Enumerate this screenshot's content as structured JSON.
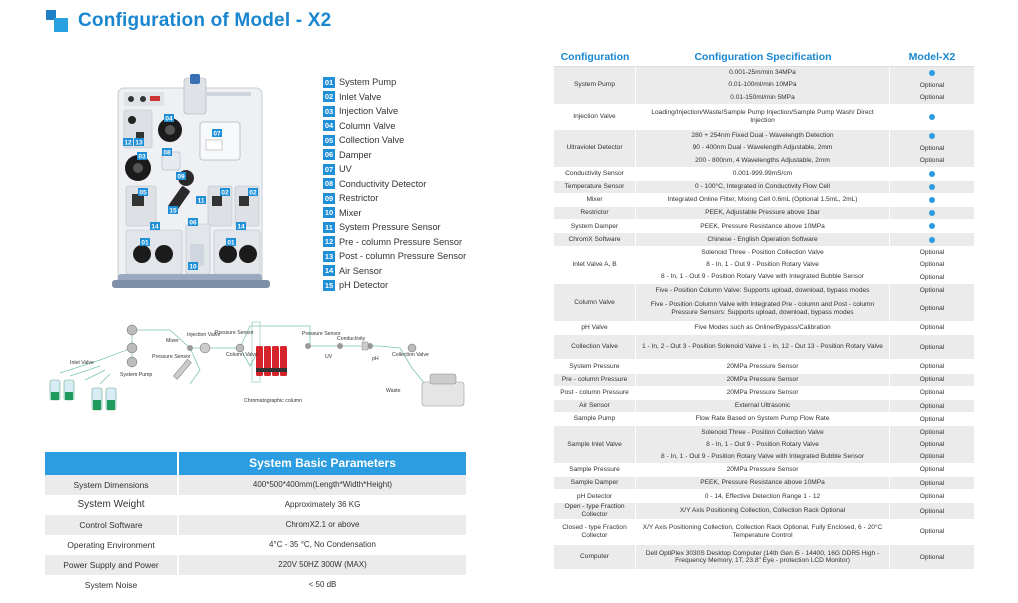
{
  "title": "Configuration of Model - X2",
  "components": [
    {
      "num": "01",
      "label": "System Pump"
    },
    {
      "num": "02",
      "label": "Inlet Valve"
    },
    {
      "num": "03",
      "label": "Injection Valve"
    },
    {
      "num": "04",
      "label": "Column Valve"
    },
    {
      "num": "05",
      "label": "Collection Valve"
    },
    {
      "num": "06",
      "label": "Damper"
    },
    {
      "num": "07",
      "label": "UV"
    },
    {
      "num": "08",
      "label": "Conductivity Detector"
    },
    {
      "num": "09",
      "label": "Restrictor"
    },
    {
      "num": "10",
      "label": "Mixer"
    },
    {
      "num": "11",
      "label": "System Pressure Sensor"
    },
    {
      "num": "12",
      "label": "Pre - column Pressure Sensor"
    },
    {
      "num": "13",
      "label": "Post - column Pressure Sensor"
    },
    {
      "num": "14",
      "label": "Air Sensor"
    },
    {
      "num": "15",
      "label": "pH Detector"
    }
  ],
  "device_tags": [
    "04",
    "07",
    "12",
    "13",
    "03",
    "08",
    "09",
    "05",
    "11",
    "02",
    "02",
    "15",
    "06",
    "14",
    "14",
    "01",
    "01",
    "10"
  ],
  "flow": {
    "labels": {
      "mixer": "Mixer",
      "injection_valve": "Injection Valve",
      "pressure_sensor_1": "Pressure Sensor",
      "pressure_sensor_2": "Pressure Sensor",
      "pressure_sensor_3": "Pressure Sensor",
      "conductivity": "Conductivity",
      "inlet_valve": "Inlet Valve",
      "system_pump": "System Pump",
      "column_valve": "Column Valve",
      "uv": "UV",
      "ph": "pH",
      "collection_valve": "Collection Valve",
      "waste": "Waste",
      "chromatographic_column": "Chromatographic column"
    }
  },
  "basic": {
    "header": "System Basic Parameters",
    "rows": [
      {
        "key": "System Dimensions",
        "value": "400*500*400mm(Length*Width*Height)"
      },
      {
        "key": "System Weight",
        "value": "Approximately 36 KG"
      },
      {
        "key": "Control Software",
        "value": "ChromX2.1 or above"
      },
      {
        "key": "Operating Environment",
        "value": "4°C - 35 °C, No Condensation"
      },
      {
        "key": "Power Supply and Power",
        "value": "220V 50HZ  300W  (MAX)"
      },
      {
        "key": "System Noise",
        "value": "< 50 dB"
      }
    ]
  },
  "config": {
    "headers": {
      "col1": "Configuration",
      "col2": "Configuration Specification",
      "col3": "Model-X2"
    },
    "standard_marker_color": "#2b9de0",
    "rows": [
      {
        "name": "System Pump",
        "lines": [
          {
            "spec": "0.001-25m/min 34MPa",
            "opt": "dot"
          },
          {
            "spec": "0.01-100ml/min 10MPa",
            "opt": "Optional"
          },
          {
            "spec": "0.01-150ml/min 5MPa",
            "opt": "Optional"
          }
        ]
      },
      {
        "name": "Injection Valve",
        "lines": [
          {
            "spec": "Loading/Injection/Waste/Sample Pump Injection/Sample Pump Wash/ Direct Injection",
            "opt": "dot"
          }
        ]
      },
      {
        "name": "Ultraviolet Detector",
        "lines": [
          {
            "spec": "280 + 254nm Fixed Dual - Wavelength Detection",
            "opt": "dot"
          },
          {
            "spec": "90 - 400nm Dual - Wavelength Adjustable, 2mm",
            "opt": "Optional"
          },
          {
            "spec": "200 - 800nm, 4 Wavelengths Adjustable, 2mm",
            "opt": "Optional"
          }
        ]
      },
      {
        "name": "Conductivity Sensor",
        "lines": [
          {
            "spec": "0.001-999.99mS/cm",
            "opt": "dot"
          }
        ]
      },
      {
        "name": "Temperature Sensor",
        "lines": [
          {
            "spec": "0 - 100°C, Integrated in Conductivity Flow Cell",
            "opt": "dot"
          }
        ]
      },
      {
        "name": "Mixer",
        "lines": [
          {
            "spec": "Integrated Online Filter, Mixing Cell 0.6mL (Optional 1.5mL, 2mL)",
            "opt": "dot"
          }
        ]
      },
      {
        "name": "Restrictor",
        "lines": [
          {
            "spec": "PEEK, Adjustable Pressure above 1bar",
            "opt": "dot"
          }
        ]
      },
      {
        "name": "System Damper",
        "lines": [
          {
            "spec": "PEEK, Pressure Resistance above 10MPa",
            "opt": "dot"
          }
        ]
      },
      {
        "name": "ChromX Software",
        "lines": [
          {
            "spec": "Chinese - English Operation Software",
            "opt": "dot"
          }
        ]
      },
      {
        "name": "Inlet Valve A, B",
        "lines": [
          {
            "spec": "Solenoid Three - Position Collection Valve",
            "opt": "Optional"
          },
          {
            "spec": "8 - In, 1 - Out 9 - Position Rotary Valve",
            "opt": "Optional"
          },
          {
            "spec": "8 - In, 1 - Out 9 - Position Rotary Valve with Integrated Bubble Sensor",
            "opt": "Optional"
          }
        ]
      },
      {
        "name": "Column Valve",
        "lines": [
          {
            "spec": "Five - Position Column Valve: Supports upload, download, bypass modes",
            "opt": "Optional"
          },
          {
            "spec": "Five - Position Column Valve with Integrated Pre - column and Post - column Pressure Sensors: Supports upload, download, bypass modes",
            "opt": "Optional"
          }
        ]
      },
      {
        "name": "pH Valve",
        "lines": [
          {
            "spec": "Five Modes such as Online/Bypass/Calibration",
            "opt": "Optional"
          }
        ]
      },
      {
        "name": "Collection Valve",
        "lines": [
          {
            "spec": "1 - In, 2 - Out 3 - Position Solenoid Valve 1 - In, 12 - Out 13 - Position Rotary Valve",
            "opt": "Optional"
          }
        ]
      },
      {
        "name": "System Pressure",
        "lines": [
          {
            "spec": "20MPa Pressure Sensor",
            "opt": "Optional"
          }
        ]
      },
      {
        "name": "Pre - column Pressure",
        "lines": [
          {
            "spec": "20MPa Pressure Sensor",
            "opt": "Optional"
          }
        ]
      },
      {
        "name": "Post - column Pressure",
        "lines": [
          {
            "spec": "20MPa Pressure Sensor",
            "opt": "Optional"
          }
        ]
      },
      {
        "name": "Air Sensor",
        "lines": [
          {
            "spec": "External Ultrasonic",
            "opt": "Optional"
          }
        ]
      },
      {
        "name": "Sample Pump",
        "lines": [
          {
            "spec": "Flow Rate Based on System Pump Flow Rate",
            "opt": "Optional"
          }
        ]
      },
      {
        "name": "Sample Inlet Valve",
        "lines": [
          {
            "spec": "Solenoid Three - Position Collection Valve",
            "opt": "Optional"
          },
          {
            "spec": "8 - In, 1 - Out 9 - Position Rotary Valve",
            "opt": "Optional"
          },
          {
            "spec": "8 - In, 1 - Out 9 - Position Rotary Valve with Integrated Bubble Sensor",
            "opt": "Optional"
          }
        ]
      },
      {
        "name": "Sample Pressure",
        "lines": [
          {
            "spec": "20MPa Pressure Sensor",
            "opt": "Optional"
          }
        ]
      },
      {
        "name": "Sample Damper",
        "lines": [
          {
            "spec": "PEEK, Pressure Resistance above 10MPa",
            "opt": "Optional"
          }
        ]
      },
      {
        "name": "pH Detector",
        "lines": [
          {
            "spec": "0 - 14, Effective Detection Range 1 - 12",
            "opt": "Optional"
          }
        ]
      },
      {
        "name": "Open - type Fraction Collector",
        "lines": [
          {
            "spec": "X/Y Axis Positioning Collection, Collection Rack Optional",
            "opt": "Optional"
          }
        ]
      },
      {
        "name": "Closed - type Fraction Collector",
        "lines": [
          {
            "spec": "X/Y Axis Positioning Collection, Collection Rack Optional, Fully Enclosed, 6 - 20°C Temperature Control",
            "opt": "Optional"
          }
        ]
      },
      {
        "name": "Computer",
        "lines": [
          {
            "spec": "Dell OptiPlex 3030S Desktop Computer (14th Gen i5 - 14400, 16G DDR5 High - Frequency Memory, 1T, 23.8\" Eye - protection LCD Monitor)",
            "opt": "Optional"
          }
        ]
      }
    ]
  }
}
